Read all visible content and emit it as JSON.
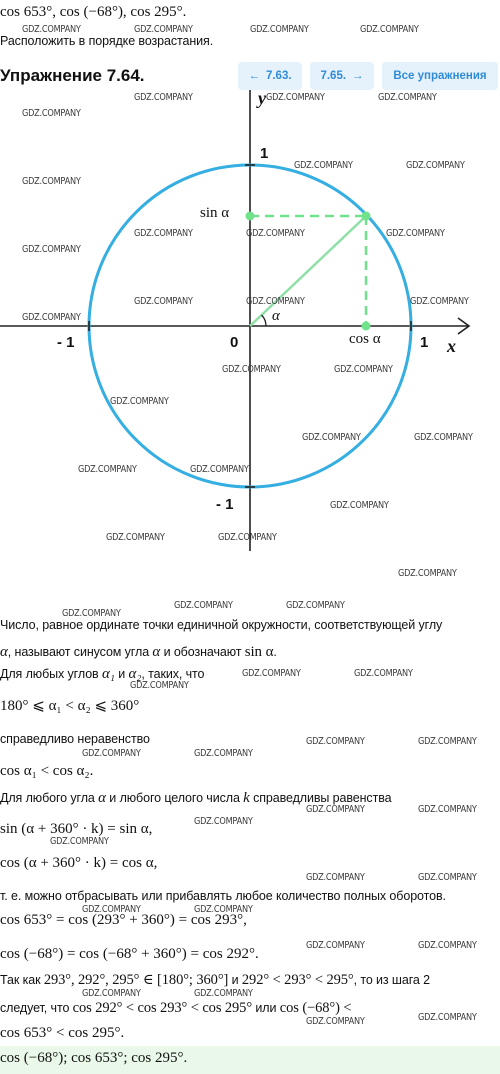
{
  "problem": {
    "expression": "cos 653°, cos (−68°), cos 295°.",
    "task": "Расположить в порядке возрастания."
  },
  "header": {
    "title": "Упражнение 7.64.",
    "prev_label": "7.63.",
    "next_label": "7.65.",
    "all_label": "Все упражнения",
    "prev_icon": "arrow-left-icon",
    "next_icon": "arrow-right-icon"
  },
  "diagram": {
    "y_axis_label": "y",
    "x_axis_label": "x",
    "one_top": "1",
    "one_right": "1",
    "minus_one_left": "- 1",
    "minus_one_bottom": "- 1",
    "origin": "0",
    "sin_label": "sin α",
    "cos_label": "cos α",
    "angle_label": "α",
    "colors": {
      "circle": "#35aee2",
      "radius": "#8fe0a6",
      "dashed": "#6fe28a",
      "axis": "#222222"
    }
  },
  "solution": {
    "l1": "Число, равное ординате точки единичной окружности, соответствующей углу",
    "l2a": "α",
    "l2b": ", называют синусом угла ",
    "l2c": "α",
    "l2d": " и обозначают ",
    "l2e": "sin α",
    "l2f": ".",
    "l3a": "Для любых углов ",
    "l3b": "α₁",
    "l3c": " и ",
    "l3d": "α₂",
    "l3e": ", таких, что",
    "l4": "180° ⩽ α₁ < α₂ ⩽ 360°",
    "l5": "справедливо неравенство",
    "l6": "cos α₁  <  cos α₂.",
    "l7a": "Для любого угла ",
    "l7b": "α",
    "l7c": " и любого целого числа ",
    "l7d": "k",
    "l7e": " справедливы равенства",
    "l8": "sin (α + 360° · k) = sin α,",
    "l9": "cos (α + 360° · k) = cos α,",
    "l10": "т. е. можно отбрасывать или прибавлять любое количество полных оборотов.",
    "l11": "cos 653° = cos (293° + 360°) = cos 293°,",
    "l12": "cos (−68°) = cos (−68° + 360°) = cos 292°.",
    "l13a": "Так как ",
    "l13b": "293°,  292°,  295° ∈ [180°;  360°]",
    "l13c": " и ",
    "l13d": "292° < 293° < 295°",
    "l13e": ", то из шага 2",
    "l14a": "следует, что ",
    "l14b": "cos 292°  <  cos 293°  <  cos 295°",
    "l14c": " или ",
    "l14d": "cos (−68°)  <",
    "l15": "cos 653°  <  cos 295°.",
    "answer": "cos (−68°); cos 653°; cos 295°."
  },
  "watermark": "GDZ.COMPANY"
}
